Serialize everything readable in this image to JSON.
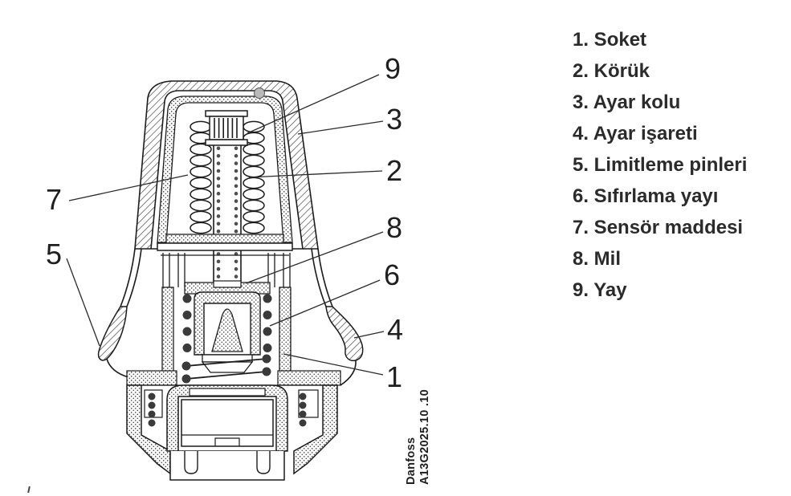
{
  "diagram": {
    "callouts": [
      "9",
      "3",
      "2",
      "8",
      "6",
      "4",
      "1",
      "7",
      "5"
    ],
    "watermark": {
      "brand": "Danfoss",
      "code": "A13G2025.10 .10"
    }
  },
  "legend": {
    "items": [
      "1. Soket",
      "2. Körük",
      "3. Ayar kolu",
      "4. Ayar işareti",
      "5. Limitleme pinleri",
      "6. Sıfırlama yayı",
      "7. Sensör maddesi",
      "8. Mil",
      "9. Yay"
    ]
  },
  "colors": {
    "line": "#1c1c1c",
    "text": "#2b2b2b",
    "background": "#ffffff"
  }
}
